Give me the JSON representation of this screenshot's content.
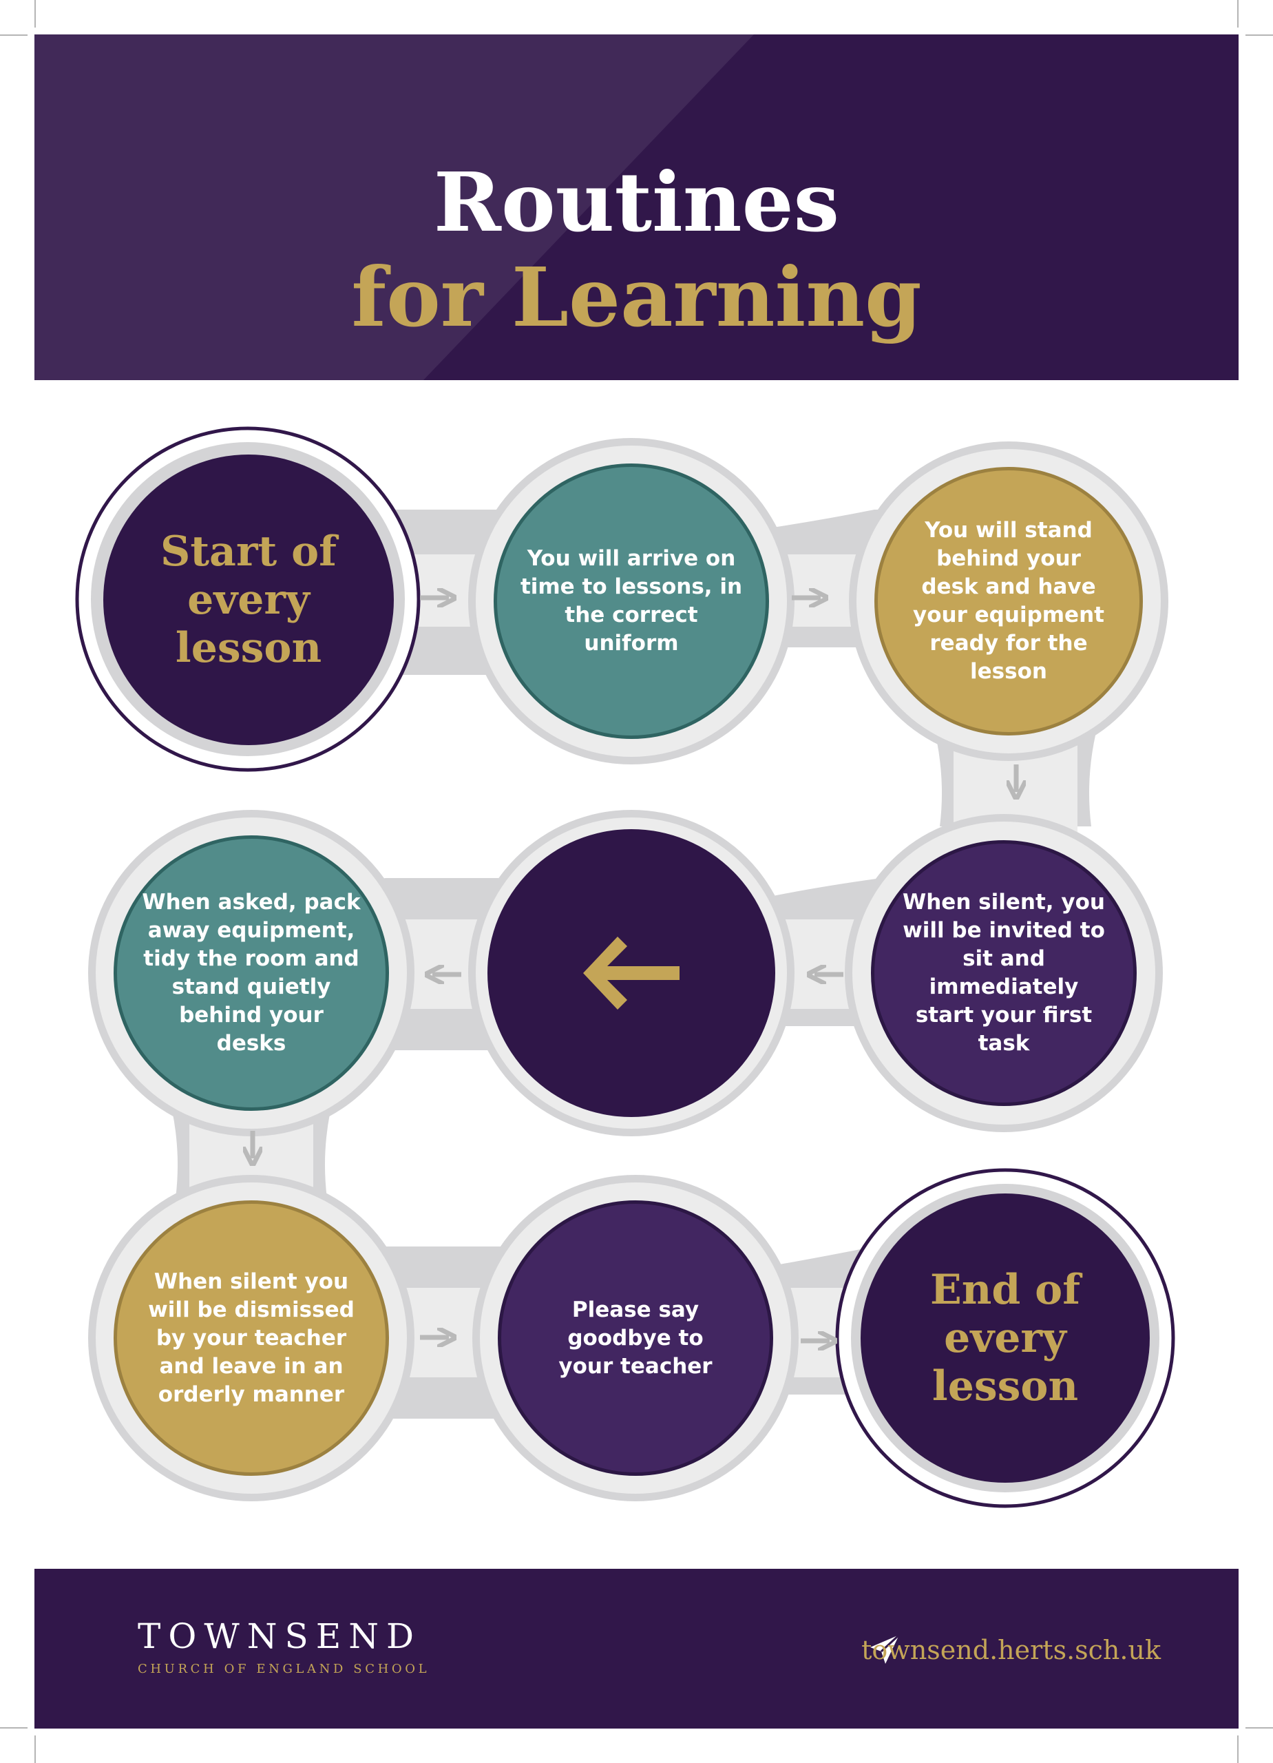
{
  "title": {
    "line1": "Routines",
    "line2": "for Learning"
  },
  "steps": [
    {
      "id": "start",
      "text": "Start of every lesson",
      "style": "dark-big"
    },
    {
      "id": "arrive",
      "text": "You will arrive on time to lessons, in the correct uniform",
      "style": "teal"
    },
    {
      "id": "stand",
      "text": "You will stand behind your desk and have your equipment ready for the lesson",
      "style": "gold"
    },
    {
      "id": "silent-sit",
      "text": "When silent, you will be invited to sit and immediately start your first task",
      "style": "plum"
    },
    {
      "id": "lesson",
      "text": "",
      "style": "dark-arrow",
      "icon": "arrow-left-icon"
    },
    {
      "id": "pack-away",
      "text": "When asked, pack away equipment, tidy the room and stand quietly behind your desks",
      "style": "teal"
    },
    {
      "id": "dismissed",
      "text": "When silent you will be dismissed by your teacher and leave in an orderly manner",
      "style": "gold"
    },
    {
      "id": "goodbye",
      "text": "Please say goodbye to your teacher",
      "style": "plum"
    },
    {
      "id": "end",
      "text": "End of every lesson",
      "style": "dark-big"
    }
  ],
  "footer": {
    "brand": "TOWNSEND",
    "brand_subtitle": "CHURCH OF ENGLAND SCHOOL",
    "website": "townsend.herts.sch.uk",
    "website_icon": "paper-plane-icon"
  },
  "colors": {
    "purple": "#31174a",
    "gold": "#c4a557",
    "teal": "#528c8a",
    "plum": "#422661",
    "track": "#ececec"
  }
}
